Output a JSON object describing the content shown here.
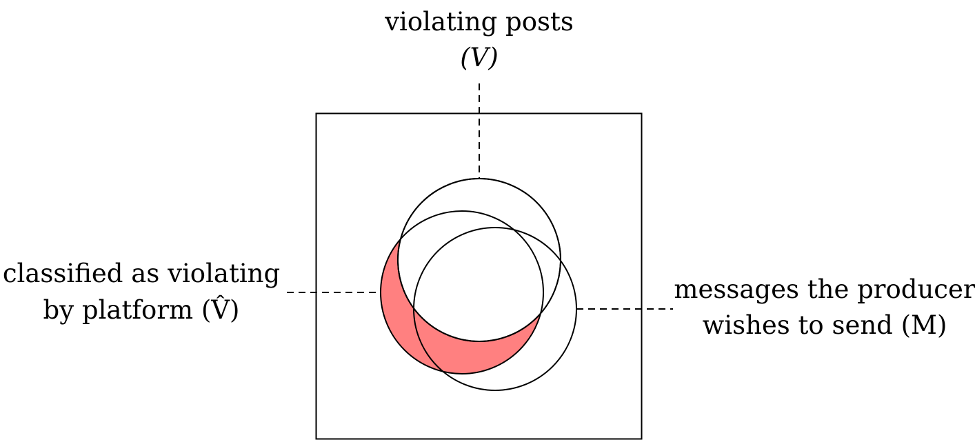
{
  "colors": {
    "background": "#ffffff",
    "stroke": "#000000",
    "shaded_region": "#ff8080"
  },
  "labels": {
    "violating": {
      "line1": "violating posts",
      "line2": "(V)"
    },
    "classified": {
      "line1": "classified as violating",
      "line2": "by platform (V̂)"
    },
    "messages": {
      "line1": "messages the producer",
      "line2": "wishes to send (M)"
    }
  }
}
